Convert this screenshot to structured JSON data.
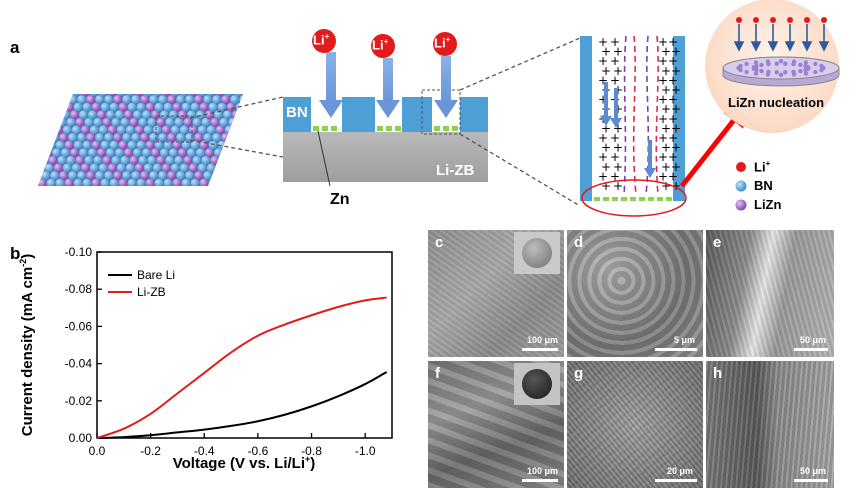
{
  "panel_labels": {
    "a": "a",
    "b": "b",
    "c": "c",
    "d": "d",
    "e": "e",
    "f": "f",
    "g": "g",
    "h": "h"
  },
  "schematic": {
    "li_ion": "Li",
    "li_ion_sup": "+",
    "bn_label": "BN",
    "zb_label": "Li-ZB",
    "zn_label": "Zn",
    "nucleation_label": "LiZn nucleation",
    "legend": [
      {
        "label": "Li",
        "sup": "+",
        "color": "#e21b1b"
      },
      {
        "label": "BN",
        "sup": "",
        "color": "#4d9fd6"
      },
      {
        "label": "LiZn",
        "sup": "",
        "color": "#9b59c8"
      }
    ]
  },
  "chart_data": {
    "type": "line",
    "xlabel": "Voltage (V vs. Li/Li",
    "xlabel_sup": "+",
    "xlabel_end": ")",
    "ylabel": "Current density (mA cm",
    "ylabel_sup": "-2",
    "ylabel_end": ")",
    "xlim": [
      0.0,
      -1.1
    ],
    "ylim": [
      0.0,
      -0.1
    ],
    "xticks": [
      "0.0",
      "-0.2",
      "-0.4",
      "-0.6",
      "-0.8",
      "-1.0"
    ],
    "yticks": [
      "0.00",
      "-0.02",
      "-0.04",
      "-0.06",
      "-0.08",
      "-0.10"
    ],
    "legend_position": "top-left",
    "series": [
      {
        "name": "Bare Li",
        "color": "#000000",
        "x": [
          0,
          -0.1,
          -0.2,
          -0.3,
          -0.4,
          -0.5,
          -0.6,
          -0.7,
          -0.8,
          -0.9,
          -1.0,
          -1.08
        ],
        "y": [
          0,
          -0.0005,
          -0.0015,
          -0.003,
          -0.0045,
          -0.0065,
          -0.009,
          -0.0125,
          -0.017,
          -0.0225,
          -0.029,
          -0.0355
        ]
      },
      {
        "name": "Li-ZB",
        "color": "#e21b1b",
        "x": [
          0,
          -0.1,
          -0.2,
          -0.3,
          -0.4,
          -0.5,
          -0.6,
          -0.7,
          -0.8,
          -0.9,
          -1.0,
          -1.08
        ],
        "y": [
          0,
          -0.005,
          -0.013,
          -0.024,
          -0.035,
          -0.046,
          -0.055,
          -0.061,
          -0.066,
          -0.0705,
          -0.074,
          -0.0755
        ]
      }
    ]
  },
  "sem": [
    {
      "label": "c",
      "scale": "100 μm"
    },
    {
      "label": "d",
      "scale": "5 μm"
    },
    {
      "label": "e",
      "scale": "50 μm"
    },
    {
      "label": "f",
      "scale": "100 μm"
    },
    {
      "label": "g",
      "scale": "20 μm"
    },
    {
      "label": "h",
      "scale": "50 μm"
    }
  ]
}
